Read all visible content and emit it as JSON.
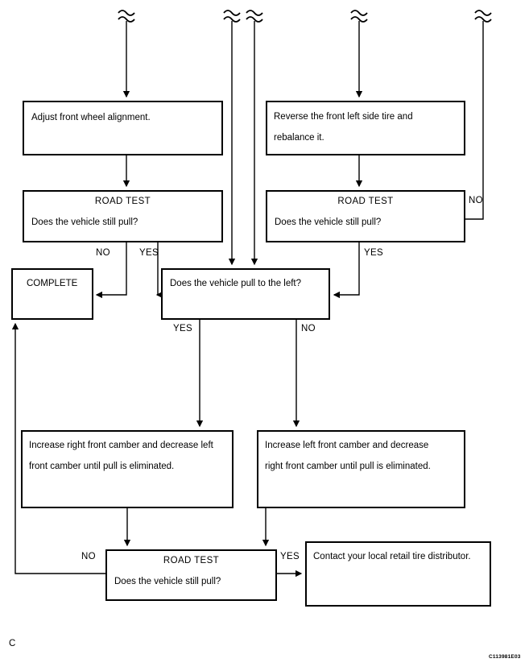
{
  "diagram": {
    "title_code": "C113981E03",
    "corner_marker": "C",
    "nodes": {
      "adjust_alignment": {
        "text": "Adjust front wheel alignment."
      },
      "reverse_tire": {
        "line1": "Reverse the front left side tire and",
        "line2": "rebalance it."
      },
      "road_test_left": {
        "title": "ROAD TEST",
        "question": "Does the vehicle still pull?"
      },
      "road_test_right": {
        "title": "ROAD TEST",
        "question": "Does the vehicle still pull?"
      },
      "complete": {
        "text": "COMPLETE"
      },
      "pull_left_decision": {
        "question": "Does the vehicle pull to the left?"
      },
      "camber_right": {
        "line1": "Increase right front camber and decrease left",
        "line2": "front camber until pull is eliminated."
      },
      "camber_left": {
        "line1": "Increase left front camber and decrease",
        "line2": "right front camber until pull is eliminated."
      },
      "road_test_bottom": {
        "title": "ROAD TEST",
        "question": "Does the vehicle still pull?"
      },
      "contact_distributor": {
        "text": "Contact your local retail tire distributor."
      }
    },
    "edge_labels": {
      "rt_left_no": "NO",
      "rt_left_yes": "YES",
      "rt_right_no": "NO",
      "rt_right_yes": "YES",
      "decision_yes": "YES",
      "decision_no": "NO",
      "rt_bottom_no": "NO",
      "rt_bottom_yes": "YES"
    },
    "colors": {
      "stroke": "#000000",
      "fill": "#ffffff"
    }
  }
}
